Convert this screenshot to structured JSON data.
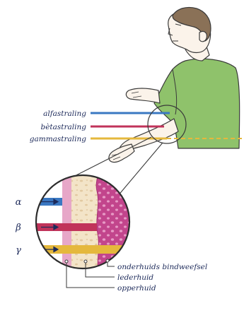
{
  "radiation_labels": {
    "alpha": "alfastraling",
    "beta": "bètastraling",
    "gamma": "gammastraling"
  },
  "greek_labels": {
    "alpha": "α",
    "beta": "β",
    "gamma": "γ"
  },
  "layer_labels": {
    "subcutis": "onderhuids bindweefsel",
    "dermis": "lederhuid",
    "epidermis": "opperhuid"
  },
  "colors": {
    "alpha": "#3a78c2",
    "beta": "#c1335a",
    "gamma": "#e5b83c",
    "shirt": "#8fc26b",
    "skin": "#fbf3ea",
    "epidermis_layer": "#e7a7c8",
    "dermis_layer": "#f3e4c8",
    "subcutis_layer": "#c2458c"
  }
}
